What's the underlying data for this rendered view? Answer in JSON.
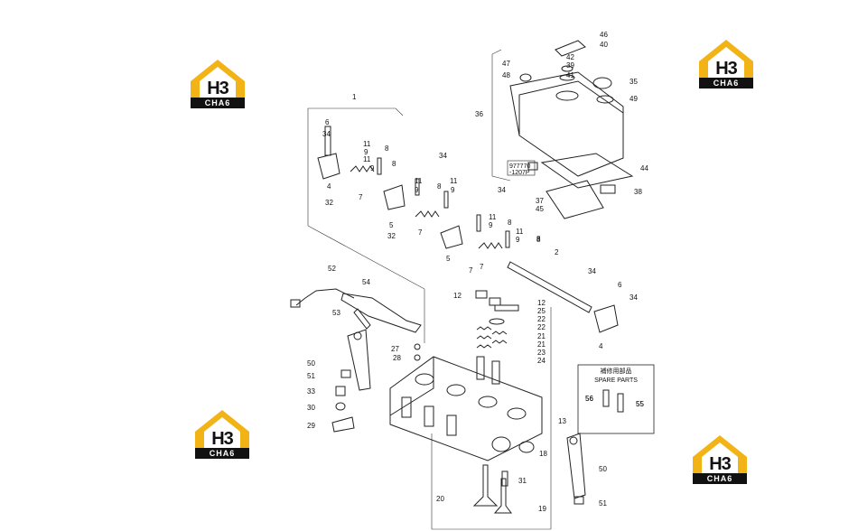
{
  "logos": [
    {
      "id": "logo-top-left",
      "mark": "H3",
      "tag": "CHA6"
    },
    {
      "id": "logo-top-right",
      "mark": "H3",
      "tag": "CHA6"
    },
    {
      "id": "logo-bottom-left",
      "mark": "H3",
      "tag": "CHA6"
    },
    {
      "id": "logo-bottom-right",
      "mark": "H3",
      "tag": "CHA6"
    }
  ],
  "colors": {
    "logo_yellow": "#f2b316",
    "logo_black": "#111111",
    "line": "#222222"
  },
  "spare_parts": {
    "title_jp": "補修用部品",
    "title_en": "SPARE PARTS",
    "items": [
      "56",
      "55"
    ]
  },
  "stamp": {
    "line1": "977770",
    "line2": "-1207P"
  },
  "callouts": [
    "1",
    "6",
    "34",
    "11",
    "9",
    "8",
    "11",
    "9",
    "8",
    "34",
    "4",
    "7",
    "11",
    "9",
    "8",
    "32",
    "5",
    "11",
    "9",
    "34",
    "7",
    "11",
    "9",
    "8",
    "32",
    "7",
    "8",
    "5",
    "11",
    "9",
    "8",
    "7",
    "46",
    "40",
    "42",
    "39",
    "47",
    "48",
    "41",
    "35",
    "49",
    "36",
    "44",
    "38",
    "37",
    "45",
    "2",
    "52",
    "54",
    "53",
    "12",
    "12",
    "25",
    "22",
    "22",
    "21",
    "21",
    "23",
    "24",
    "27",
    "28",
    "50",
    "51",
    "33",
    "30",
    "29",
    "13",
    "18",
    "31",
    "20",
    "19",
    "34",
    "6",
    "34",
    "4",
    "50",
    "51",
    "56",
    "55"
  ]
}
